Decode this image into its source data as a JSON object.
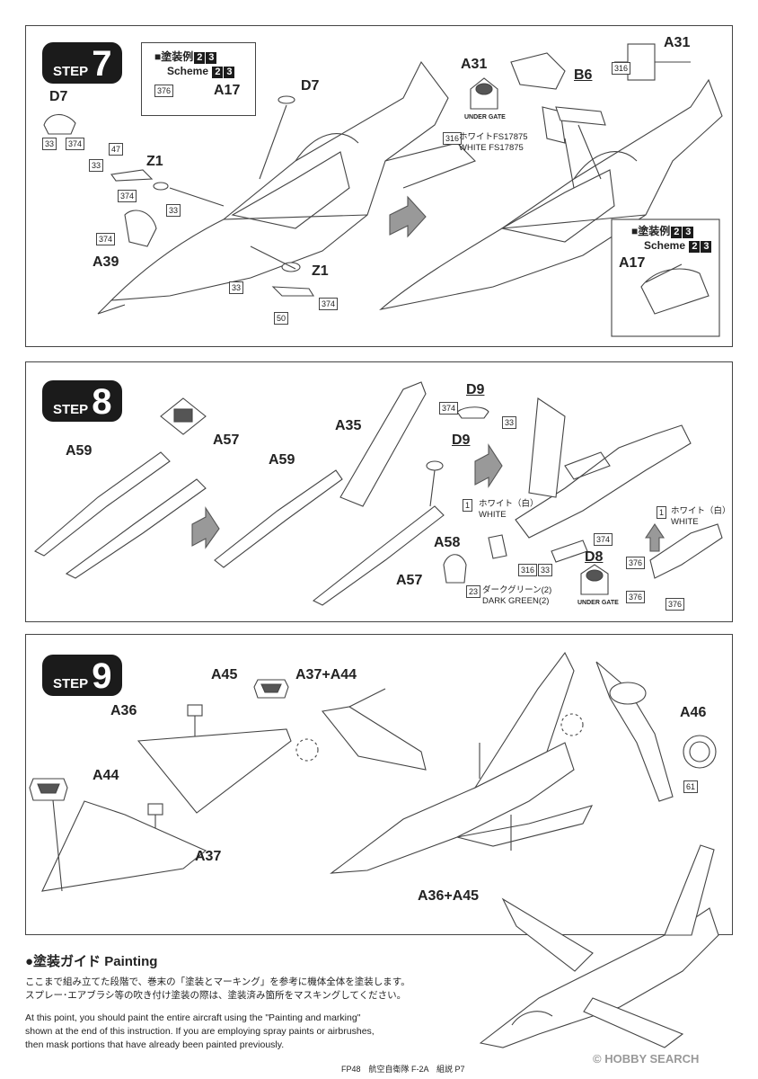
{
  "step7": {
    "step_word": "STEP",
    "step_number": "7",
    "scheme_title_jp": "■塗装例",
    "scheme_title_en": "Scheme",
    "scheme_nums": [
      "2",
      "3"
    ],
    "labels": {
      "d7_left": "D7",
      "d7_top": "D7",
      "a17": "A17",
      "z1_top": "Z1",
      "z1_bottom": "Z1",
      "a39": "A39",
      "a31_mid": "A31",
      "b6": "B6",
      "a31_right": "A31",
      "a17_inset": "A17"
    },
    "codes": {
      "c376_a": "376",
      "c33_a": "33",
      "c374_a": "374",
      "c47": "47",
      "c33_b": "33",
      "c374_b": "374",
      "c33_c": "33",
      "c374_c": "374",
      "c33_d": "33",
      "c374_d": "374",
      "c50": "50",
      "c316_a": "316",
      "c316_b": "316"
    },
    "under_gate": "UNDER GATE",
    "white_note_jp": "ホワイトFS17875",
    "white_note_en": "WHITE FS17875"
  },
  "step8": {
    "step_word": "STEP",
    "step_number": "8",
    "labels": {
      "a59_left": "A59",
      "a57_left": "A57",
      "a59_mid": "A59",
      "a35": "A35",
      "a57_mid": "A57",
      "d9_top": "D9",
      "d9_mid": "D9",
      "a58": "A58",
      "d8": "D8"
    },
    "codes": {
      "c374_a": "374",
      "c33_a": "33",
      "c1_a": "1",
      "c316": "316",
      "c33_b": "33",
      "c374_b": "374",
      "c23": "23",
      "c1_b": "1",
      "c376_a": "376",
      "c376_b": "376",
      "c376_c": "376"
    },
    "white_jp": "ホワイト（白）",
    "white_en": "WHITE",
    "white2_jp": "ホワイト（白）",
    "white2_en": "WHITE",
    "darkgreen_jp": "ダークグリーン(2)",
    "darkgreen_en": "DARK GREEN(2)",
    "under_gate": "UNDER GATE"
  },
  "step9": {
    "step_word": "STEP",
    "step_number": "9",
    "labels": {
      "a45": "A45",
      "a37a44": "A37+A44",
      "a36": "A36",
      "a44": "A44",
      "a37": "A37",
      "a46": "A46",
      "a36a45": "A36+A45"
    },
    "codes": {
      "c61": "61"
    }
  },
  "painting": {
    "heading": "●塗装ガイド Painting",
    "jp_line1": "ここまで組み立てた段階で、巻末の「塗装とマーキング」を参考に機体全体を塗装します。",
    "jp_line2": "スプレー･エアブラシ等の吹き付け塗装の際は、塗装済み箇所をマスキングしてください。",
    "en_line1": "At this point, you should paint the entire aircraft using the \"Painting and marking\"",
    "en_line2": "shown at the end of this instruction. If you are employing spray paints or airbrushes,",
    "en_line3": "then mask portions that have already been painted previously."
  },
  "footer": "FP48　航空自衛隊 F-2A　組説 P7",
  "watermark": "© HOBBY SEARCH"
}
